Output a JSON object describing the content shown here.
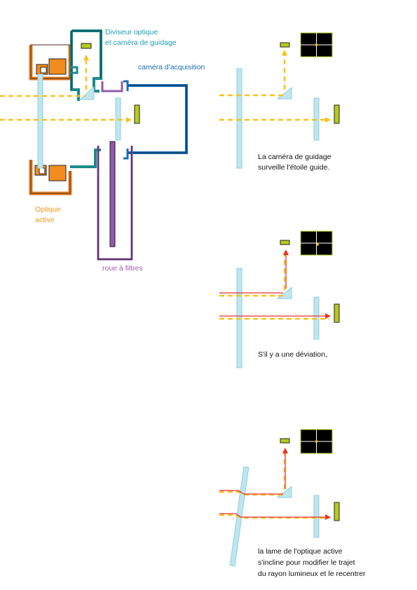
{
  "labels": {
    "divider_line1": "Diviseur optique",
    "divider_line2": "et caméra de guidage",
    "acquisition": "caméra d'acquisition",
    "active_line1": "Optique",
    "active_line2": "active",
    "filter_wheel": "roue à filtres"
  },
  "captions": {
    "panel1_line1": "La caméra de guidage",
    "panel1_line2": "surveille l'étoile guide.",
    "panel2_line1": "S'il y a une déviation,",
    "panel3_line1": "la lame de l'optique active",
    "panel3_line2": "s'incline pour modifier le trajet",
    "panel3_line3": "du rayon lumineux et le recentrer"
  },
  "colors": {
    "divider_label": "#1aa0b4",
    "acquisition_label": "#1a6fb4",
    "active_label": "#f0961e",
    "filter_label": "#a45cb0",
    "beam": "#f7c218",
    "corrected_beam": "#e8322a",
    "optic": "#bfe6ef",
    "sensor": "#b5cc1a",
    "housing_teal": "#1b8a8c",
    "housing_blue": "#1a6fb4",
    "housing_orange": "#e67e22",
    "motor": "#f28c1e",
    "filter_purple": "#8f5ba8"
  }
}
